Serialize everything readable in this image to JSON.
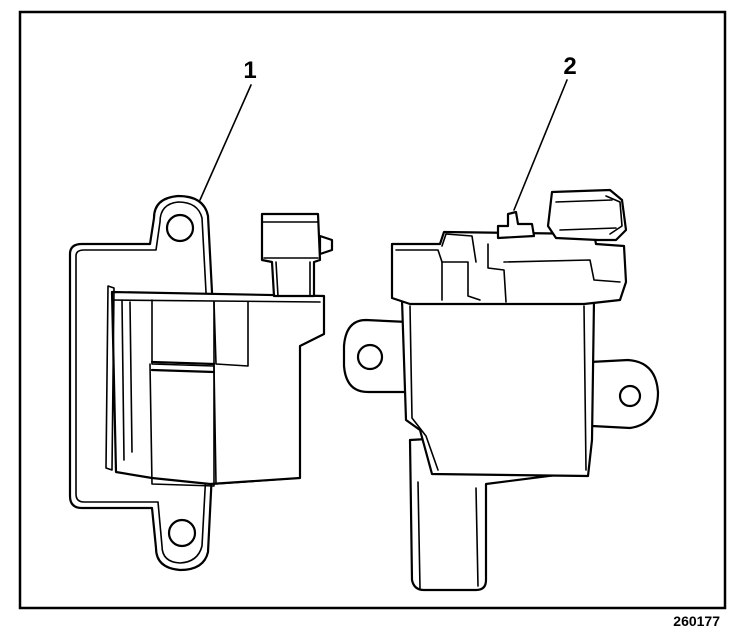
{
  "callouts": [
    {
      "id": "1",
      "label": "1"
    },
    {
      "id": "2",
      "label": "2"
    }
  ],
  "figure_id": "260177"
}
